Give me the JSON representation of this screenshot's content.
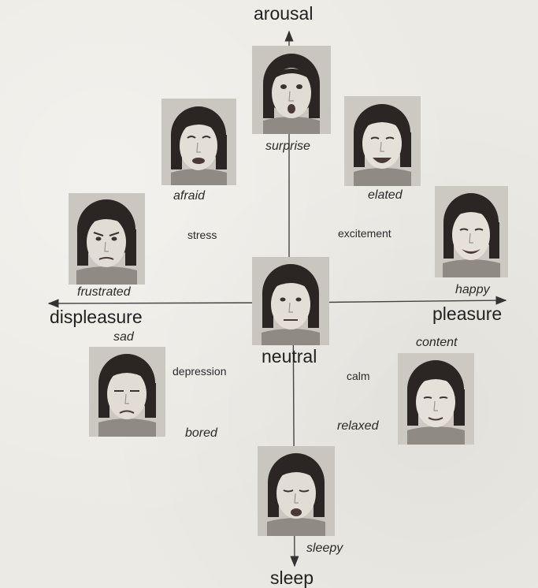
{
  "axes": {
    "top": "arousal",
    "bottom": "sleep",
    "left": "displeasure",
    "right": "pleasure"
  },
  "emotions": {
    "surprise": "surprise",
    "afraid": "afraid",
    "elated": "elated",
    "frustrated": "frustrated",
    "happy": "happy",
    "neutral": "neutral",
    "sad": "sad",
    "content": "content",
    "bored": "bored",
    "relaxed": "relaxed",
    "sleepy": "sleepy"
  },
  "regions": {
    "stress": "stress",
    "excitement": "excitement",
    "depression": "depression",
    "calm": "calm"
  },
  "colors": {
    "ink": "#222222",
    "photo_bg": "#c9c7c0",
    "hair": "#2b2523",
    "skin": "#e4dfd6"
  }
}
